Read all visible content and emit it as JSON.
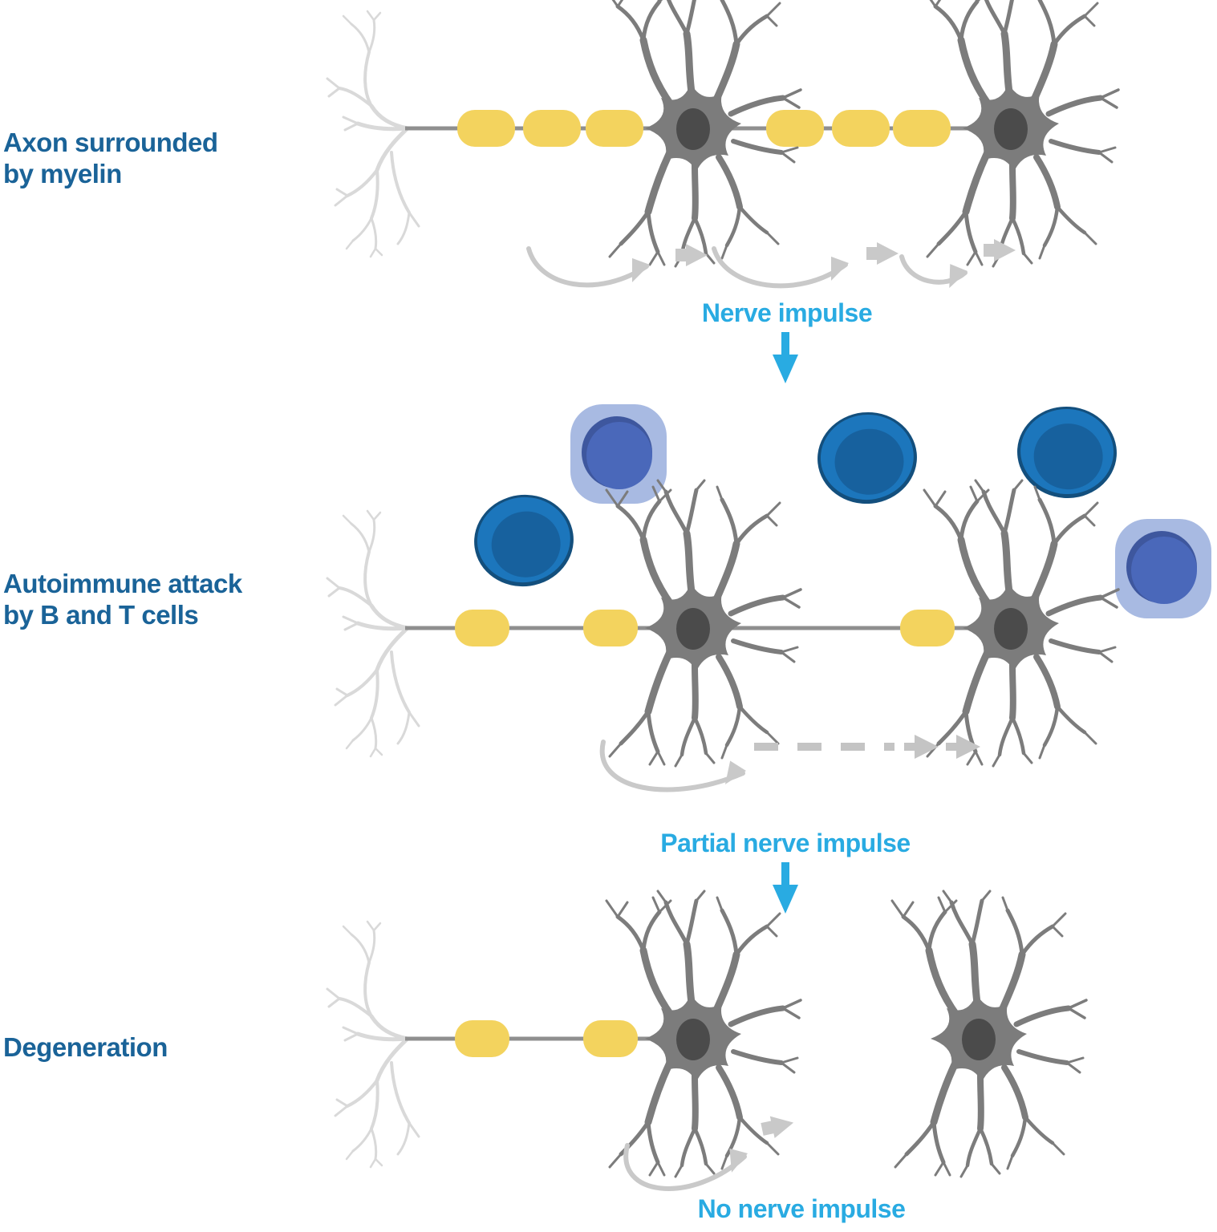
{
  "diagram": {
    "sections": [
      {
        "id": "myelinated",
        "label": "Axon surrounded\nby myelin",
        "impulse_label": "Nerve impulse",
        "myelin_segment_count": 6,
        "neuron_count": 2
      },
      {
        "id": "autoimmune",
        "label": "Autoimmune attack\nby B and T cells",
        "impulse_label": "Partial nerve impulse",
        "myelin_segment_count": 3,
        "neuron_count": 2,
        "immune_cells": [
          "light",
          "dark",
          "dark",
          "dark",
          "light"
        ]
      },
      {
        "id": "degeneration",
        "label": "Degeneration",
        "impulse_label": "No nerve impulse",
        "myelin_segment_count": 2,
        "neuron_count": 2
      }
    ],
    "colors": {
      "section_label": "#1A6398",
      "impulse_label": "#29ABE2",
      "myelin": "#F3D35E",
      "neuron_body": "#7C7C7C",
      "neuron_nucleus": "#4B4B4B",
      "faded_neuron": "#D9D9D9",
      "impulse_arrow": "#C9C9C9",
      "dashed_arrow": "#C4C4C4",
      "immune_cell_dark_edge": "#134F7D",
      "immune_cell_dark_body": "#1C76BC",
      "immune_cell_dark_inner": "#17619E",
      "immune_cell_light_body": "#A8BAE2",
      "immune_cell_light_inner": "#4A68BA"
    }
  }
}
